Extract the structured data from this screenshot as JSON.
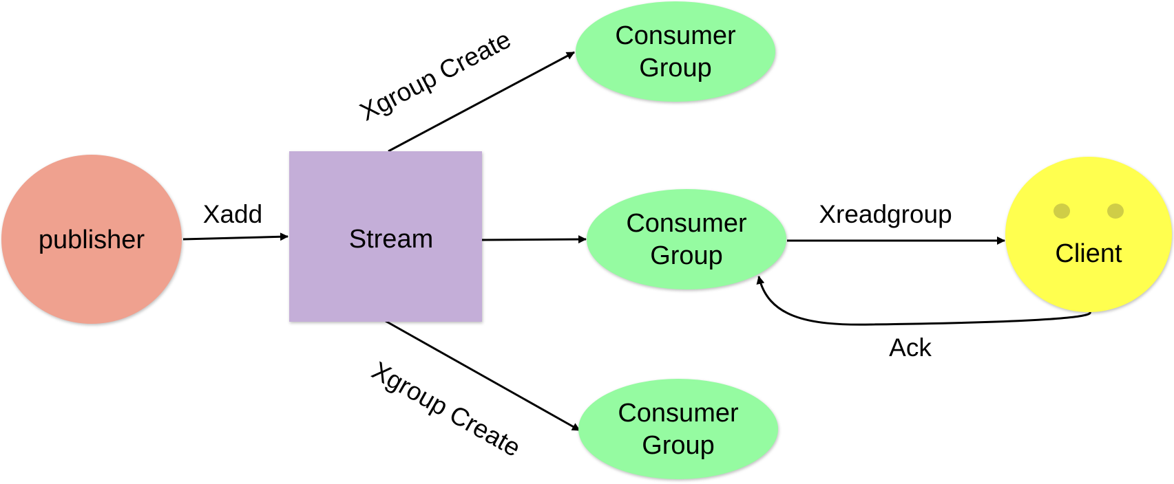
{
  "nodes": {
    "publisher": {
      "label": "publisher",
      "fill": "#EFA18F"
    },
    "stream": {
      "label": "Stream",
      "fill": "#C4AED8"
    },
    "group_top": {
      "line1": "Consumer",
      "line2": "Group",
      "fill": "#95FBA1"
    },
    "group_mid": {
      "line1": "Consumer",
      "line2": "Group",
      "fill": "#95FBA1"
    },
    "group_bottom": {
      "line1": "Consumer",
      "line2": "Group",
      "fill": "#95FBA1"
    },
    "client": {
      "label": "Client",
      "fill": "#FFFF4F",
      "eye_color": "#CFCD47"
    }
  },
  "edges": {
    "xadd": "Xadd",
    "xgroup_create_top": "Xgroup Create",
    "xgroup_create_bottom": "Xgroup Create",
    "xreadgroup": "Xreadgroup",
    "ack": "Ack"
  },
  "colors": {
    "line": "#000000"
  }
}
